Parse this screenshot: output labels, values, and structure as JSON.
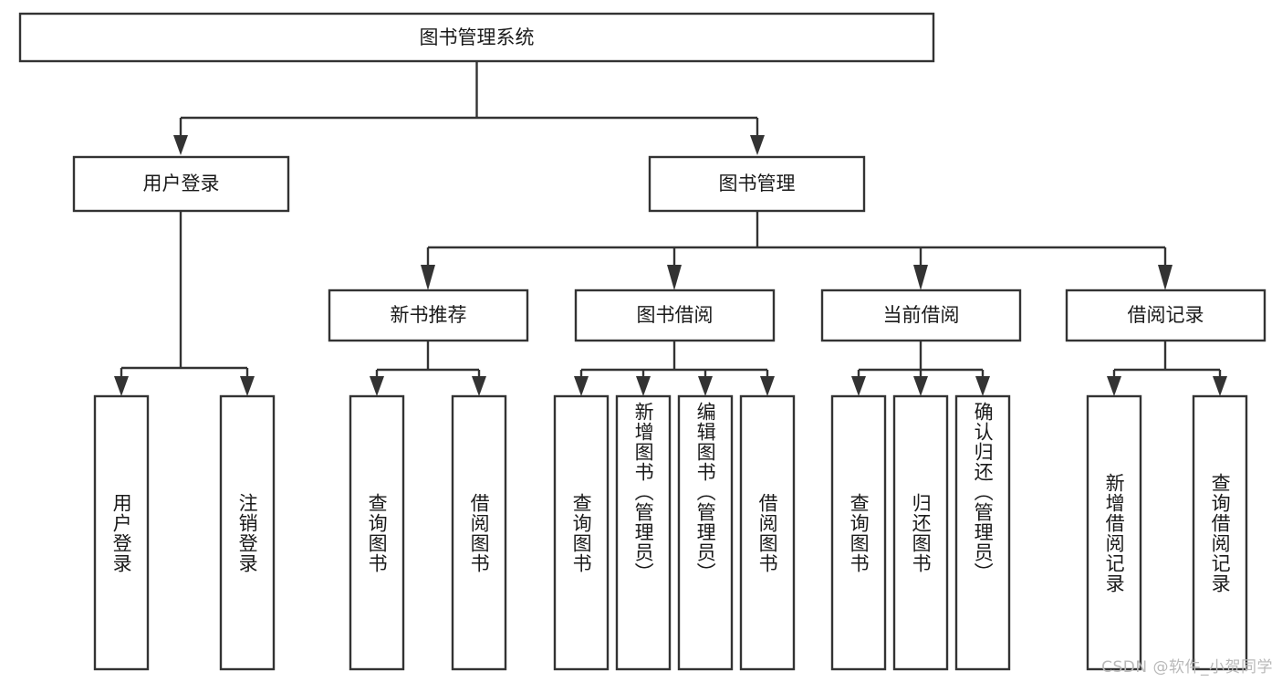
{
  "diagram": {
    "type": "tree-hierarchy",
    "title": "图书管理系统",
    "orientation": "top-down",
    "watermark": "CSDN @软件_小贺同学",
    "colors": {
      "box_stroke": "#333333",
      "box_fill": "#ffffff",
      "text": "#1a1a1a",
      "connector": "#333333",
      "watermark": "#b9b9b9",
      "background": "#ffffff"
    },
    "root": {
      "label": "图书管理系统"
    },
    "level1": [
      {
        "id": "user-login",
        "label": "用户登录"
      },
      {
        "id": "book-manage",
        "label": "图书管理"
      }
    ],
    "level2": [
      {
        "id": "new-book-recommend",
        "label": "新书推荐",
        "parent": "book-manage"
      },
      {
        "id": "book-borrow",
        "label": "图书借阅",
        "parent": "book-manage"
      },
      {
        "id": "current-borrow",
        "label": "当前借阅",
        "parent": "book-manage"
      },
      {
        "id": "borrow-record",
        "label": "借阅记录",
        "parent": "book-manage"
      }
    ],
    "leaves": {
      "user-login": [
        {
          "id": "leaf-user-login",
          "label": "用户登录",
          "align": "center"
        },
        {
          "id": "leaf-user-logout",
          "label": "注销登录",
          "align": "center"
        }
      ],
      "new-book-recommend": [
        {
          "id": "leaf-query-book-1",
          "label": "查询图书",
          "align": "center"
        },
        {
          "id": "leaf-borrow-book-1",
          "label": "借阅图书",
          "align": "center"
        }
      ],
      "book-borrow": [
        {
          "id": "leaf-query-book-2",
          "label": "查询图书",
          "align": "center"
        },
        {
          "id": "leaf-add-book",
          "label": "新增图书（管理员）",
          "align": "start"
        },
        {
          "id": "leaf-edit-book",
          "label": "编辑图书（管理员）",
          "align": "start"
        },
        {
          "id": "leaf-borrow-book-2",
          "label": "借阅图书",
          "align": "center"
        }
      ],
      "current-borrow": [
        {
          "id": "leaf-query-book-3",
          "label": "查询图书",
          "align": "center"
        },
        {
          "id": "leaf-return-book",
          "label": "归还图书",
          "align": "center"
        },
        {
          "id": "leaf-confirm-return",
          "label": "确认归还（管理员）",
          "align": "start"
        }
      ],
      "borrow-record": [
        {
          "id": "leaf-add-record",
          "label": "新增借阅记录",
          "align": "center"
        },
        {
          "id": "leaf-query-record",
          "label": "查询借阅记录",
          "align": "center"
        }
      ]
    }
  }
}
